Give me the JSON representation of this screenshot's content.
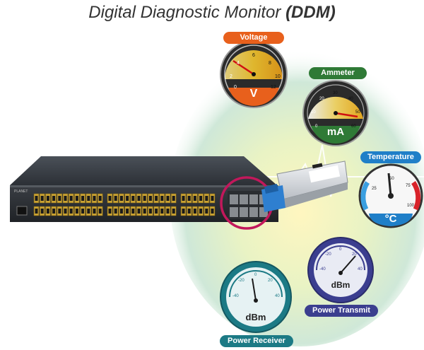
{
  "title": {
    "text": "Digital Diagnostic Monitor ",
    "emphasis": "(DDM)"
  },
  "gauges": {
    "voltage": {
      "label": "Voltage",
      "unit": "V",
      "ticks": [
        "0",
        "2",
        "4",
        "6",
        "8",
        "10",
        "12"
      ],
      "color": "#e8601c"
    },
    "ammeter": {
      "label": "Ammeter",
      "unit": "mA",
      "ticks": [
        "0",
        "10",
        "20",
        "30",
        "40",
        "50",
        "60"
      ],
      "color": "#2f7a36"
    },
    "temperature": {
      "label": "Temperature",
      "unit": "°C",
      "ticks": [
        "25",
        "50",
        "75",
        "100"
      ],
      "color": "#1f7fc8"
    },
    "power_transmit": {
      "label": "Power Transmit",
      "unit": "dBm",
      "ticks": [
        "-40",
        "-20",
        "0",
        "20",
        "40"
      ],
      "color": "#3b3e8f"
    },
    "power_receiver": {
      "label": "Power Receiver",
      "unit": "dBm",
      "ticks": [
        "-40",
        "-20",
        "0",
        "20",
        "40"
      ],
      "color": "#1c7a85"
    }
  },
  "device": {
    "brand": "PLANET"
  }
}
